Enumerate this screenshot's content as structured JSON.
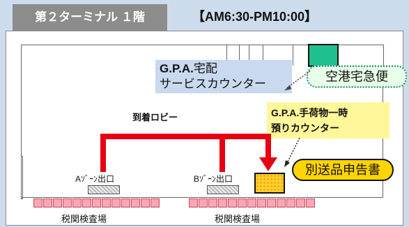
{
  "header": {
    "title": "第２ターミナル １階",
    "hours": "【AM6:30-PM10:00】"
  },
  "map": {
    "gpa_delivery_bold": "G.P.A.",
    "gpa_delivery_rest": "宅配",
    "gpa_delivery_line2": "サービスカウンター",
    "airport_delivery": "空港宅急便",
    "arrival_lobby": "到着ロビー",
    "hand_baggage_line1": "G.P.A.手荷物一時",
    "hand_baggage_line2": "預りカウンター",
    "zone_a_exit": "Aｿﾞｰﾝ出口",
    "zone_b_exit": "Bｿﾞｰﾝ出口",
    "customs_left": "税関検査場",
    "customs_right": "税関検査場",
    "separate_baggage_form": "別送品申告書"
  },
  "colors": {
    "route": "#e60012",
    "accent_green": "#1fbf8f",
    "highlight_yellow": "#fff799"
  }
}
